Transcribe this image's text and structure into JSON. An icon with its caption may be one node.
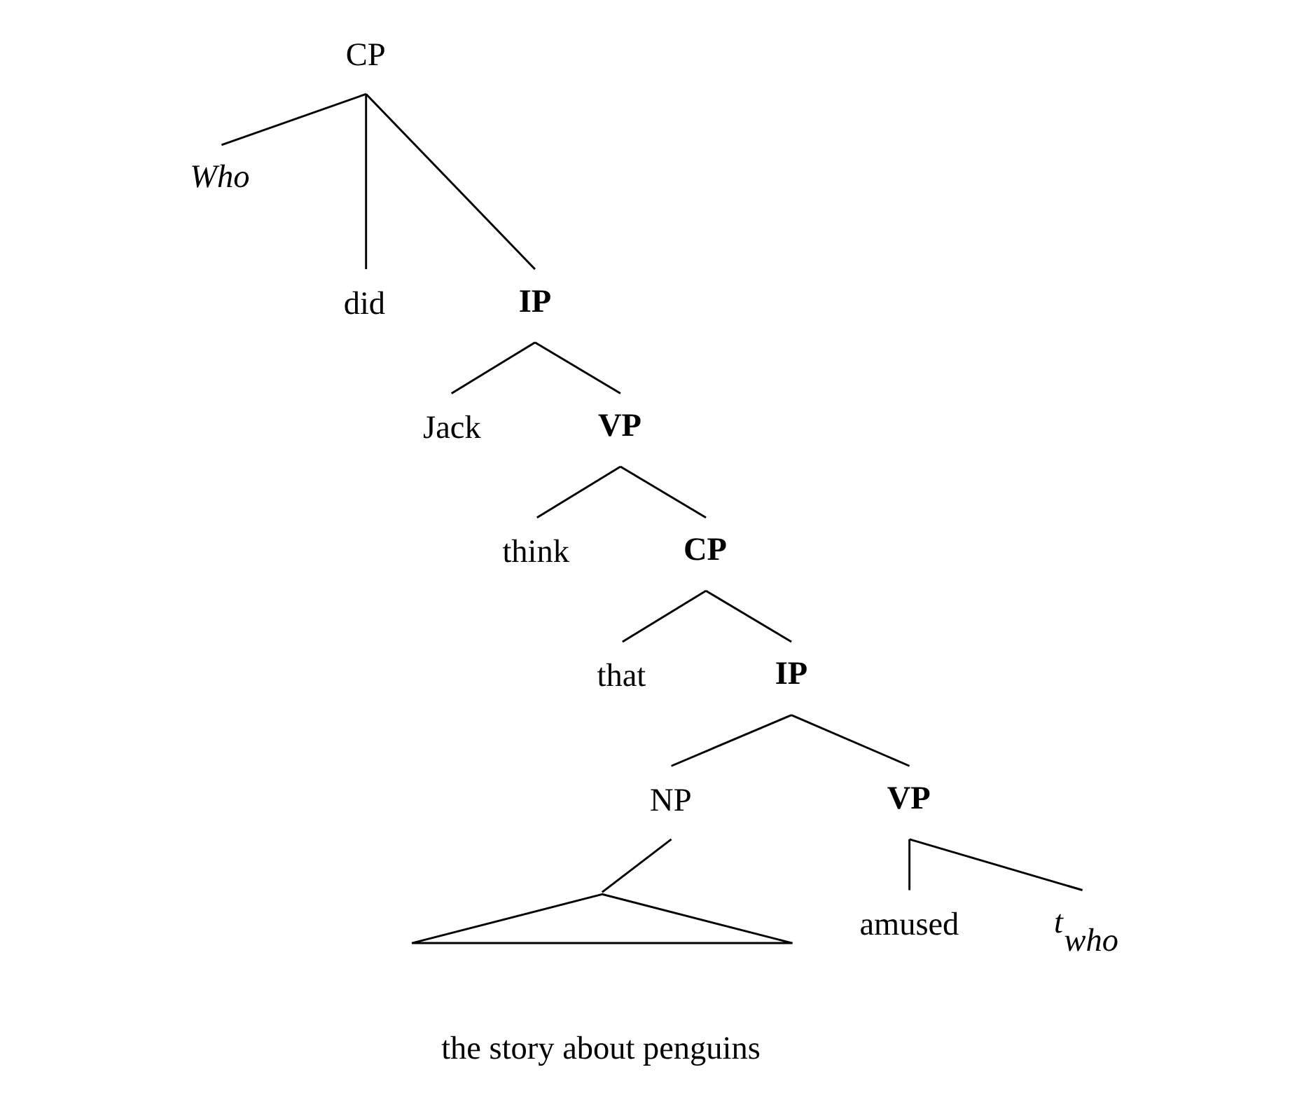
{
  "diagram": {
    "nodes": [
      {
        "text": [
          "CP"
        ]
      },
      {
        "text": [
          "Who"
        ]
      },
      {
        "text": [
          "did"
        ]
      },
      {
        "text": [
          "IP"
        ]
      },
      {
        "text": [
          "Jack"
        ]
      },
      {
        "text": [
          "VP"
        ]
      },
      {
        "text": [
          "think"
        ]
      },
      {
        "text": [
          "CP"
        ]
      },
      {
        "text": [
          "that"
        ]
      },
      {
        "text": [
          "IP"
        ]
      },
      {
        "text": [
          "NP"
        ]
      },
      {
        "text": [],
        "shape": "triangle",
        "beside": [
          "the story about penguins"
        ]
      },
      {
        "text": [
          "VP"
        ]
      },
      {
        "text": [
          "amused"
        ]
      },
      {
        "text": [
          "t$_{who}$"
        ]
      }
    ],
    "edges": [
      {
        "from": 0,
        "to": 1,
        "arrow": "none"
      },
      {
        "from": 0,
        "to": 2,
        "arrow": "none"
      },
      {
        "from": 0,
        "to": 3,
        "arrow": "none"
      },
      {
        "from": 3,
        "to": 4,
        "arrow": "none"
      },
      {
        "from": 3,
        "to": 5,
        "arrow": "none"
      },
      {
        "from": 5,
        "to": 6,
        "arrow": "none"
      },
      {
        "from": 5,
        "to": 7,
        "arrow": "none"
      },
      {
        "from": 7,
        "to": 8,
        "arrow": "none"
      },
      {
        "from": 7,
        "to": 9,
        "arrow": "none"
      },
      {
        "from": 9,
        "to": 10,
        "arrow": "none"
      },
      {
        "from": 9,
        "to": 12,
        "arrow": "none"
      },
      {
        "from": 10,
        "to": 11,
        "arrow": "none"
      },
      {
        "from": 12,
        "to": 13,
        "arrow": "none"
      },
      {
        "from": 12,
        "to": 14,
        "arrow": "none"
      }
    ]
  }
}
